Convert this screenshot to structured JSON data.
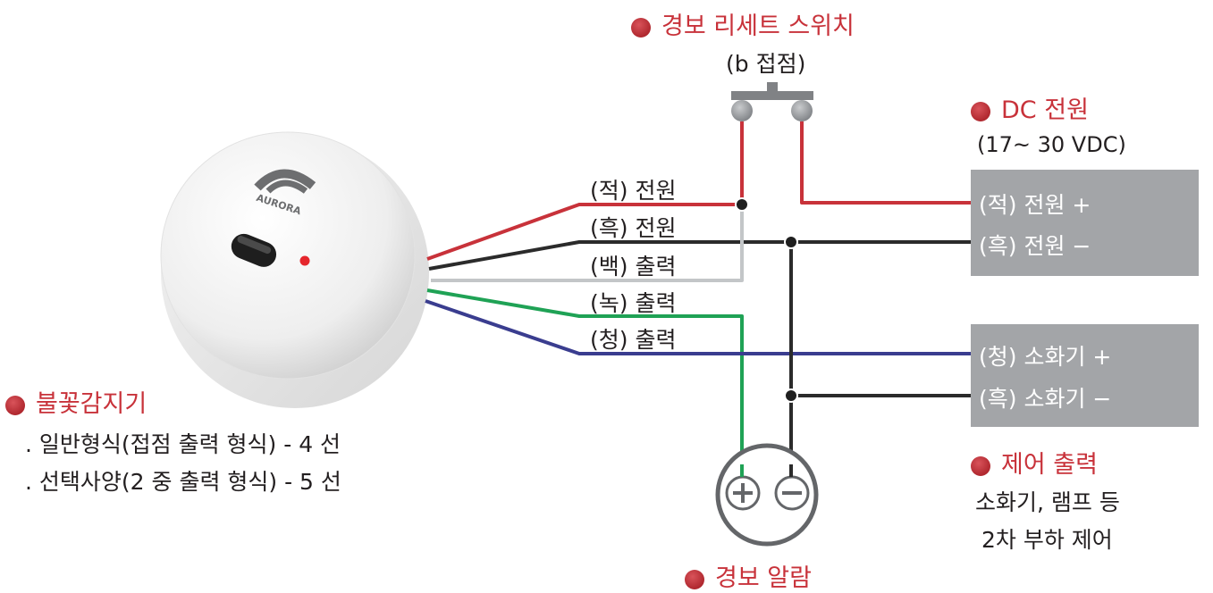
{
  "alarm_reset_switch": {
    "title": "경보 리세트 스위치",
    "subtitle": "(b 접점)"
  },
  "dc_power": {
    "title": "DC 전원",
    "subtitle": "(17~ 30 VDC)",
    "pos_label": "(적) 전원 +",
    "neg_label": "(흑) 전원 −"
  },
  "wires": {
    "red": "(적) 전원",
    "black": "(흑) 전원",
    "white": "(백) 출력",
    "green": "(녹) 출력",
    "blue": "(청) 출력"
  },
  "extinguisher": {
    "pos_label": "(청) 소화기 +",
    "neg_label": "(흑) 소화기 −"
  },
  "control_output": {
    "title": "제어 출력",
    "line1": "소화기, 램프 등",
    "line2": "2차 부하 제어"
  },
  "alarm": {
    "title": "경보 알람"
  },
  "sensor": {
    "logo": "AURORA",
    "title": "불꽃감지기",
    "line1": ". 일반형식(접점 출력 형식) - 4 선",
    "line2": ". 선택사양(2 중 출력 형식) - 5 선"
  },
  "colors": {
    "red_wire": "#c8323a",
    "black_wire": "#2b2b2b",
    "white_wire": "#c3c6c8",
    "green_wire": "#1fa255",
    "blue_wire": "#3a3d8f",
    "box_fill": "#a3a5a8",
    "accent_red": "#c8323a"
  }
}
